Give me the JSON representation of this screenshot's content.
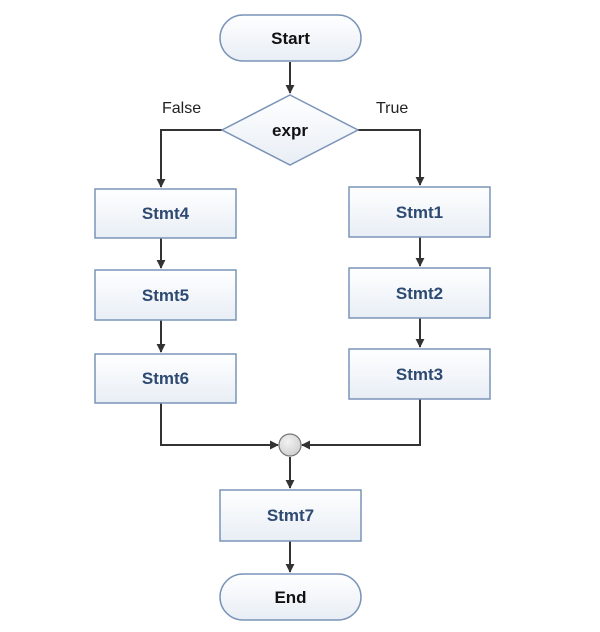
{
  "colors": {
    "terminal_text": "#111111",
    "process_text": "#2e4a72",
    "border": "#7a94b8",
    "box_fill_top": "#ffffff",
    "box_fill_bottom": "#e8eef5",
    "line": "#333333",
    "junction_fill": "#dadada",
    "junction_stroke": "#777777"
  },
  "nodes": {
    "start": "Start",
    "decision": "expr",
    "stmt1": "Stmt1",
    "stmt2": "Stmt2",
    "stmt3": "Stmt3",
    "stmt4": "Stmt4",
    "stmt5": "Stmt5",
    "stmt6": "Stmt6",
    "stmt7": "Stmt7",
    "end": "End"
  },
  "edge_labels": {
    "false": "False",
    "true": "True"
  }
}
